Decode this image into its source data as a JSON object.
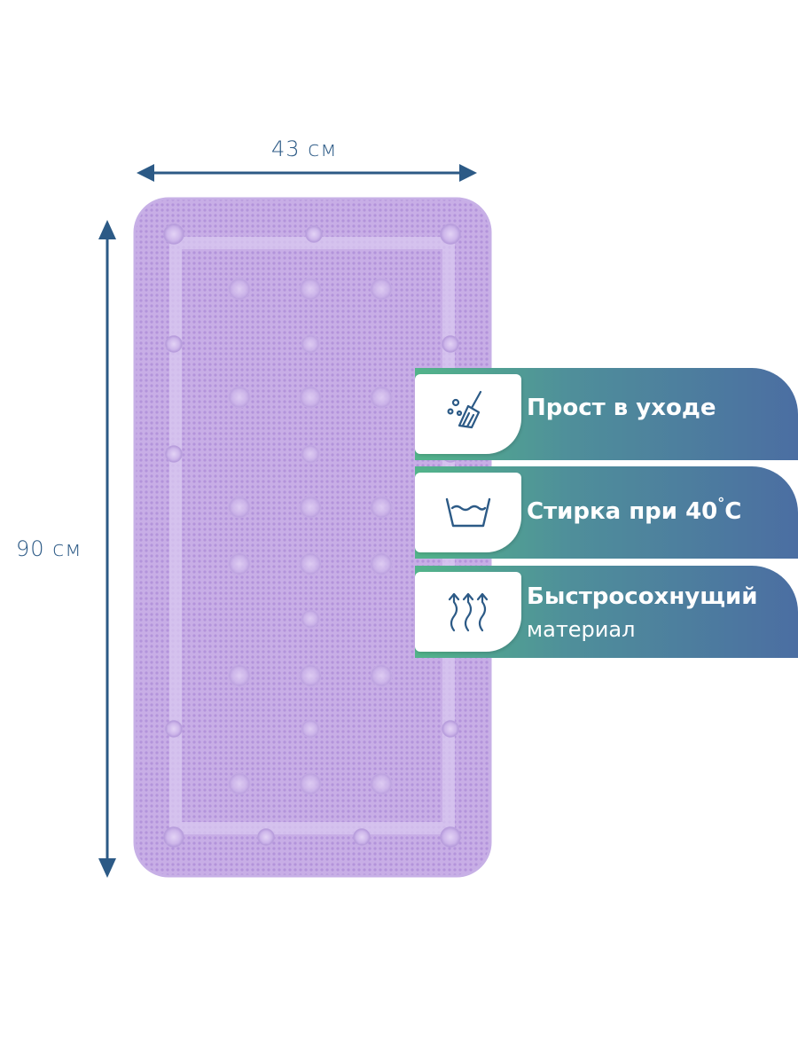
{
  "dimensions": {
    "width_label": "43 см",
    "height_label": "90 см",
    "color": "#2c5a86"
  },
  "mat": {
    "color": "#c9b0e8"
  },
  "features": [
    {
      "icon": "broom-icon",
      "label": "Прост в уходе"
    },
    {
      "icon": "wash-tub-icon",
      "label_prefix": "Стирка при 40",
      "label_degree": "°",
      "label_suffix": "C"
    },
    {
      "icon": "drying-waves-icon",
      "label": "Быстросохнущий",
      "sublabel": "материал"
    }
  ],
  "colors": {
    "banner_start": "#52b48a",
    "banner_end": "#4b6ea2",
    "icon_stroke": "#2c5a86"
  }
}
